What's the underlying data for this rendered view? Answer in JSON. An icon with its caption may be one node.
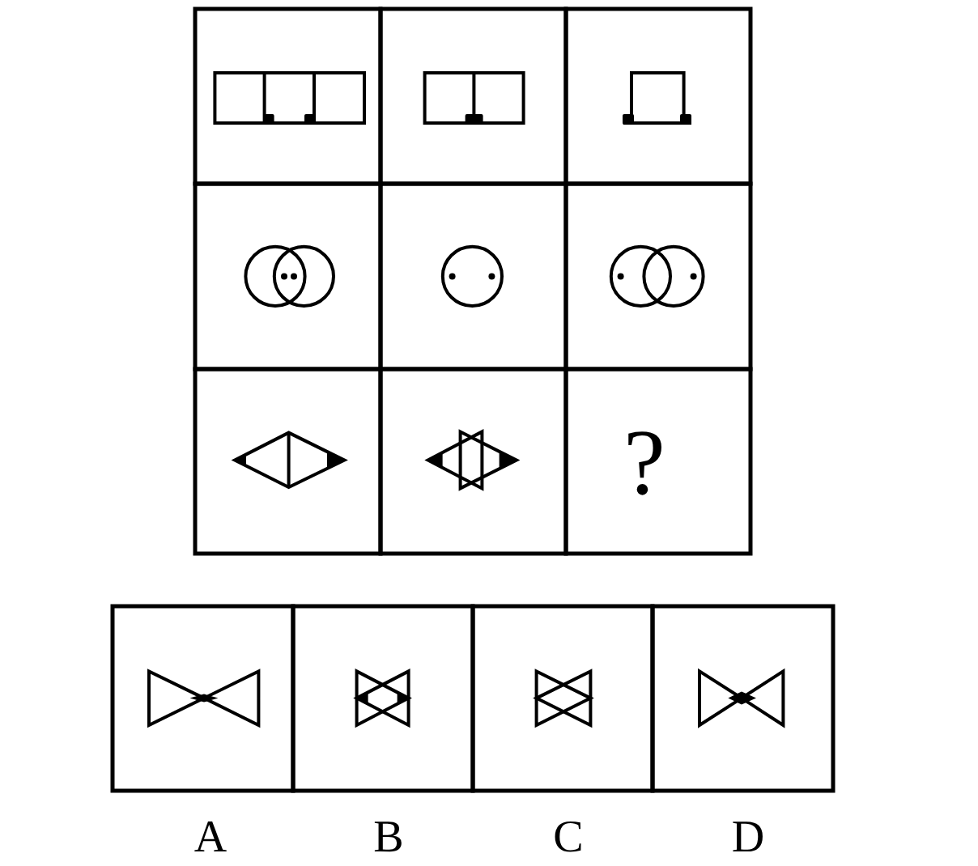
{
  "diagram": {
    "labels": [
      "?",
      "A",
      "B",
      "C",
      "D"
    ]
  }
}
